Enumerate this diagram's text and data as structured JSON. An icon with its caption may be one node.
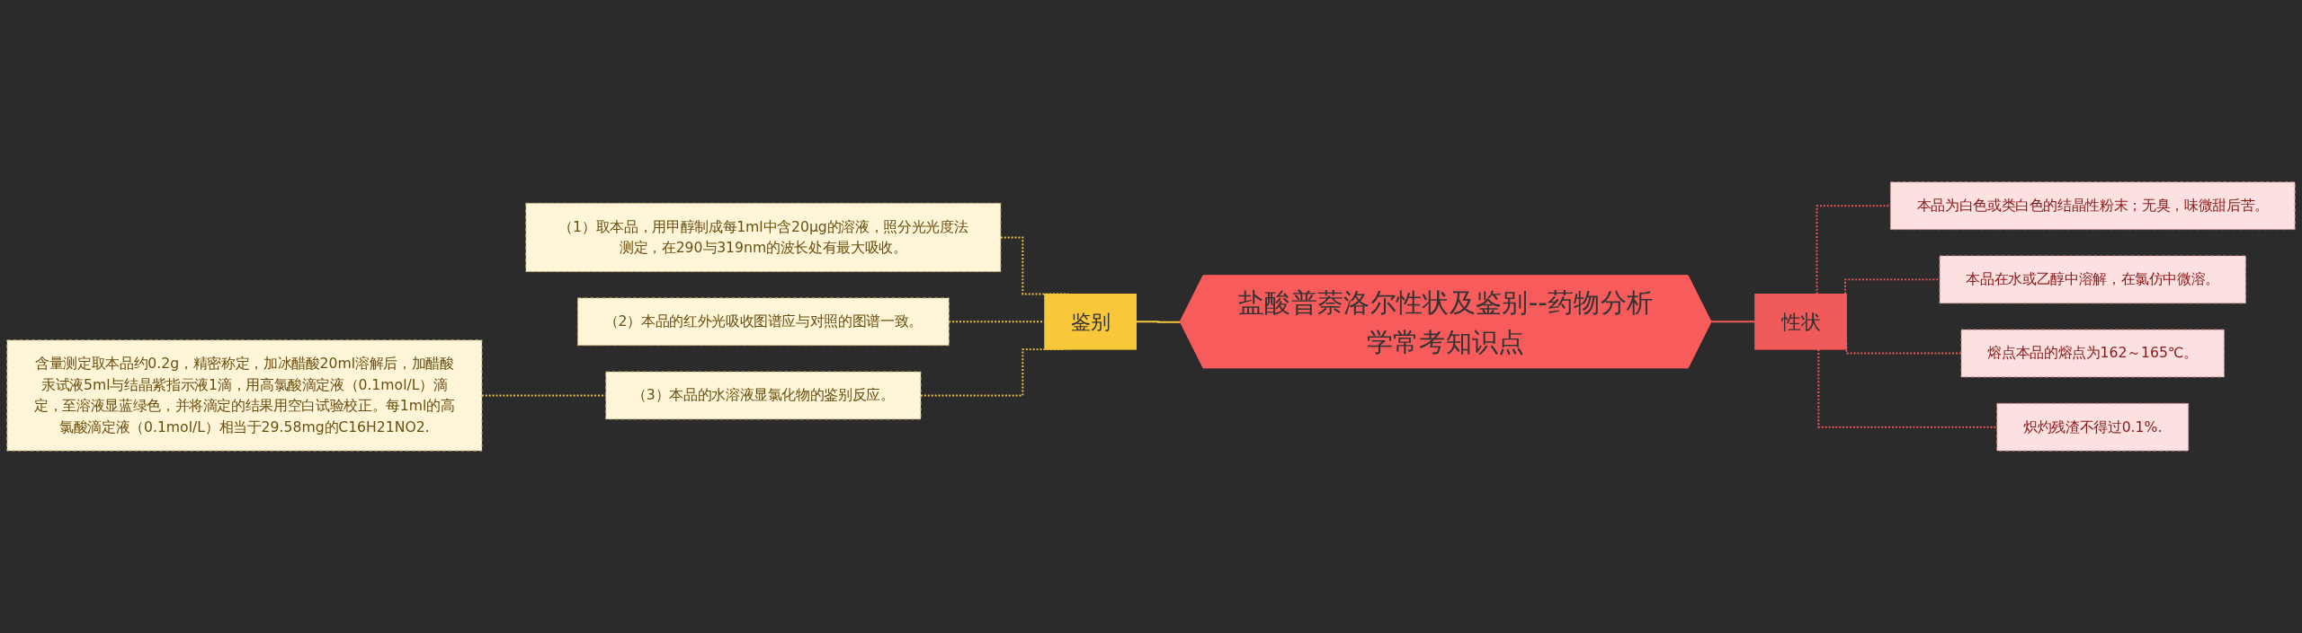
{
  "diagram": {
    "nodes": [
      {
        "text": [
          "盐酸普萘洛尔性状及鉴别--药物分析学常考知识点"
        ]
      },
      {
        "text": [
          "鉴别"
        ]
      },
      {
        "text": [
          "（1）取本品，用甲醇制成每1ml中含20μg的溶液，照分光光度法测定，在290与319nm的波长处有最大吸收。"
        ]
      },
      {
        "text": [
          "（2）本品的红外光吸收图谱应与对照的图谱一致。"
        ]
      },
      {
        "text": [
          "（3）本品的水溶液显氯化物的鉴别反应。"
        ]
      },
      {
        "text": [
          "含量测定取本品约0.2g，精密称定，加冰醋酸20ml溶解后，加醋酸汞试液5ml与结晶紫指示液1滴，用高氯酸滴定液（0.1mol/L）滴定，至溶液显蓝绿色，并将滴定的结果用空白试验校正。每1ml的高氯酸滴定液（0.1mol/L）相当于29.58mg的C16H21NO2."
        ]
      },
      {
        "text": [
          "性状"
        ]
      },
      {
        "text": [
          "本品为白色或类白色的结晶性粉末；无臭，味微甜后苦。"
        ]
      },
      {
        "text": [
          "本品在水或乙醇中溶解，在氯仿中微溶。"
        ]
      },
      {
        "text": [
          "熔点本品的熔点为162～165℃。"
        ]
      },
      {
        "text": [
          "炽灼残渣不得过0.1%."
        ]
      }
    ],
    "edges": [
      {
        "from": 5,
        "to": 4,
        "arrow": "none",
        "style": "dashed",
        "color": "#f5c842"
      },
      {
        "from": 2,
        "to": 1,
        "arrow": "none",
        "style": "dashed",
        "color": "#f5c842"
      },
      {
        "from": 3,
        "to": 1,
        "arrow": "none",
        "style": "dashed",
        "color": "#f5c842"
      },
      {
        "from": 4,
        "to": 1,
        "arrow": "none",
        "style": "dashed",
        "color": "#f5c842"
      },
      {
        "from": 1,
        "to": 0,
        "arrow": "none",
        "color": "#f5c842"
      },
      {
        "from": 0,
        "to": 6,
        "arrow": "none",
        "color": "#f05a5a"
      },
      {
        "from": 6,
        "to": 7,
        "arrow": "none",
        "style": "dashed",
        "color": "#f05a5a"
      },
      {
        "from": 6,
        "to": 8,
        "arrow": "none",
        "style": "dashed",
        "color": "#f05a5a"
      },
      {
        "from": 6,
        "to": 9,
        "arrow": "none",
        "style": "dashed",
        "color": "#f05a5a"
      },
      {
        "from": 6,
        "to": 10,
        "arrow": "none",
        "style": "dashed",
        "color": "#f05a5a"
      }
    ]
  }
}
